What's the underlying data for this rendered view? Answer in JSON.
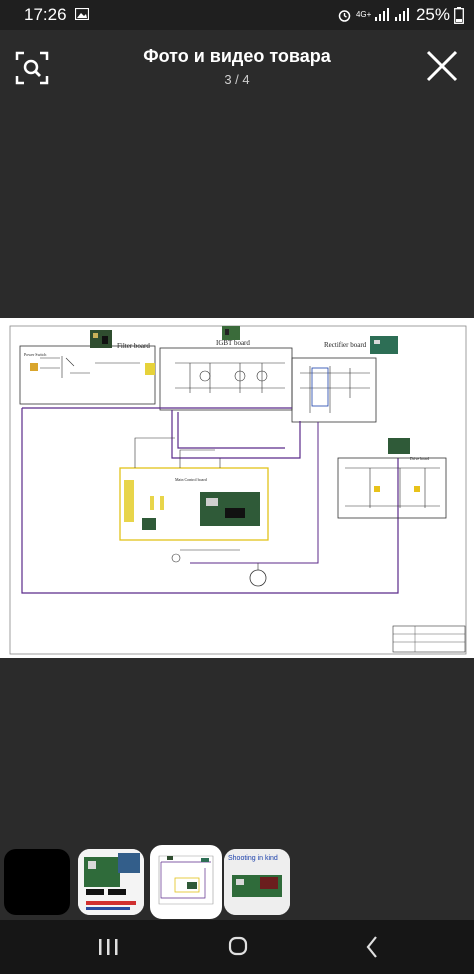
{
  "status_bar": {
    "time": "17:26",
    "network": "4G+",
    "battery": "25%",
    "icons": [
      "image-icon",
      "alarm-icon",
      "signal-icon",
      "battery-icon"
    ]
  },
  "header": {
    "title": "Фото и видео товара",
    "counter": "3 / 4",
    "scan_icon": "scan-search-icon",
    "close_icon": "close-icon"
  },
  "image": {
    "labels": {
      "filter_board": "Filter board",
      "igbt_board": "IGBT board",
      "rectifier_board": "Rectifier board",
      "power_switch": "Power Switch",
      "drive_board": "Drive board",
      "main_control_board": "Main Control board"
    }
  },
  "thumbnails": {
    "items": [
      {
        "label": "",
        "selected": false
      },
      {
        "label": "",
        "selected": false
      },
      {
        "label": "",
        "selected": true
      },
      {
        "label": "Shooting in kind",
        "selected": false
      }
    ]
  },
  "navigation": {
    "icons": [
      "recent-apps-icon",
      "home-icon",
      "back-icon"
    ]
  }
}
